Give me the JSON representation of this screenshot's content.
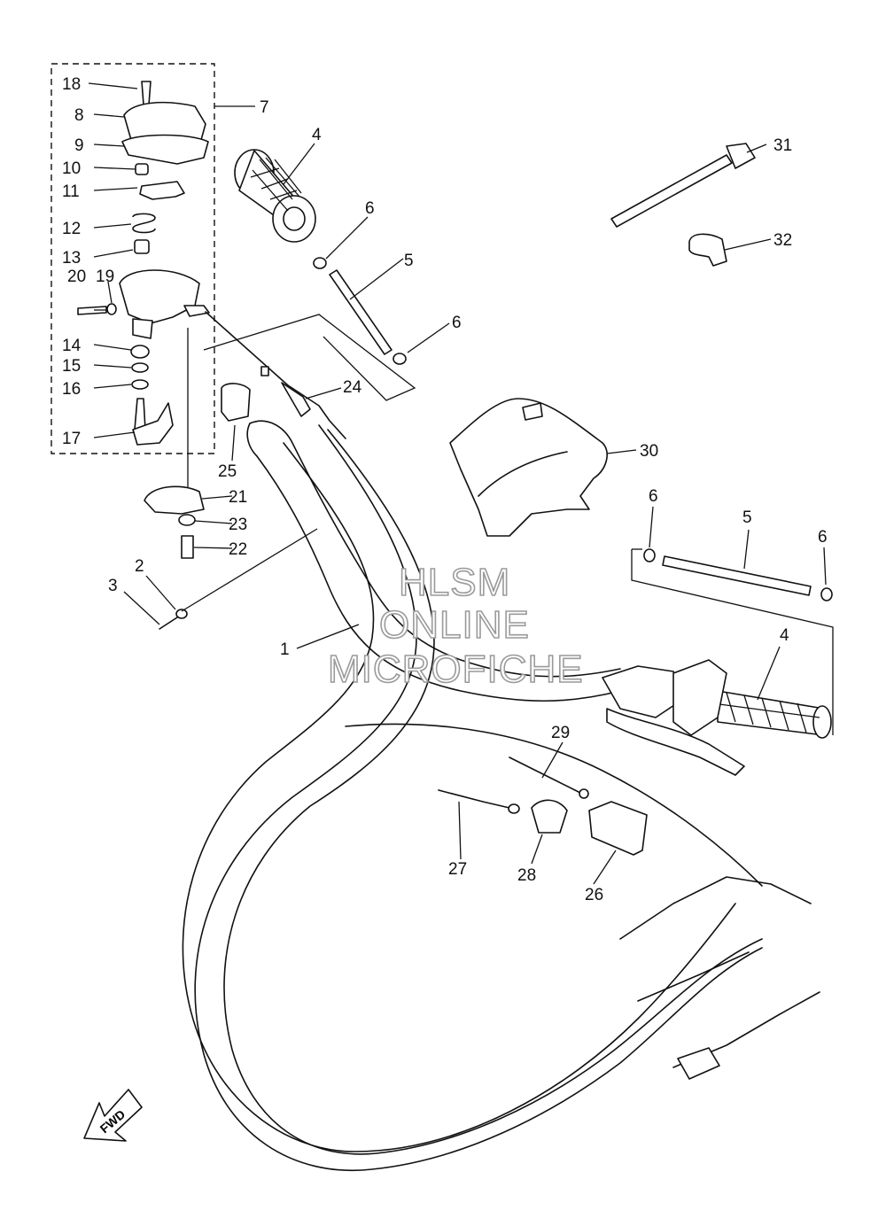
{
  "watermark": {
    "line1": "HLSM",
    "line2": "ONLINE",
    "line3": "MICROFICHE"
  },
  "direction_arrow": {
    "label": "FWD",
    "icon": "forward-arrow-icon"
  },
  "callouts": {
    "c1": "1",
    "c2": "2",
    "c3": "3",
    "c4a": "4",
    "c4b": "4",
    "c5a": "5",
    "c5b": "5",
    "c6a": "6",
    "c6b": "6",
    "c6c": "6",
    "c6d": "6",
    "c7": "7",
    "c8": "8",
    "c9": "9",
    "c10": "10",
    "c11": "11",
    "c12": "12",
    "c13": "13",
    "c14": "14",
    "c15": "15",
    "c16": "16",
    "c17": "17",
    "c18": "18",
    "c19": "19",
    "c20": "20",
    "c21": "21",
    "c22": "22",
    "c23": "23",
    "c24": "24",
    "c25": "25",
    "c26": "26",
    "c27": "27",
    "c28": "28",
    "c29": "29",
    "c30": "30",
    "c31": "31",
    "c32": "32"
  }
}
